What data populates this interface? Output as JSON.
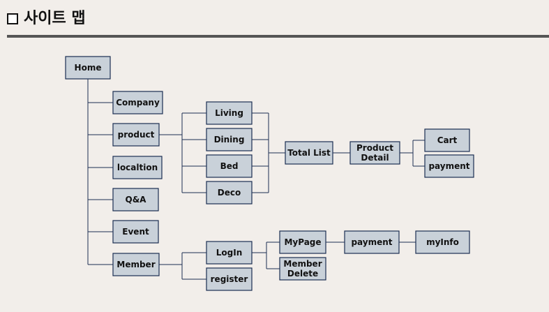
{
  "header": {
    "title": "사이트 맵"
  },
  "nodes": {
    "home": "Home",
    "company": "Company",
    "product": "product",
    "location": "localtion",
    "qa": "Q&A",
    "event": "Event",
    "member": "Member",
    "living": "Living",
    "dining": "Dining",
    "bed": "Bed",
    "deco": "Deco",
    "total_list": "Total List",
    "product_detail": [
      "Product",
      "Detail"
    ],
    "cart": "Cart",
    "payment1": "payment",
    "login": "LogIn",
    "register": "register",
    "mypage": "MyPage",
    "member_delete": [
      "Member",
      "Delete"
    ],
    "payment2": "payment",
    "myinfo": "myInfo"
  },
  "colors": {
    "node_fill": "#c9d1d9",
    "node_border": "#1c2e52",
    "line": "#1c2e52",
    "background": "#f2eeea",
    "rule": "#555555"
  }
}
